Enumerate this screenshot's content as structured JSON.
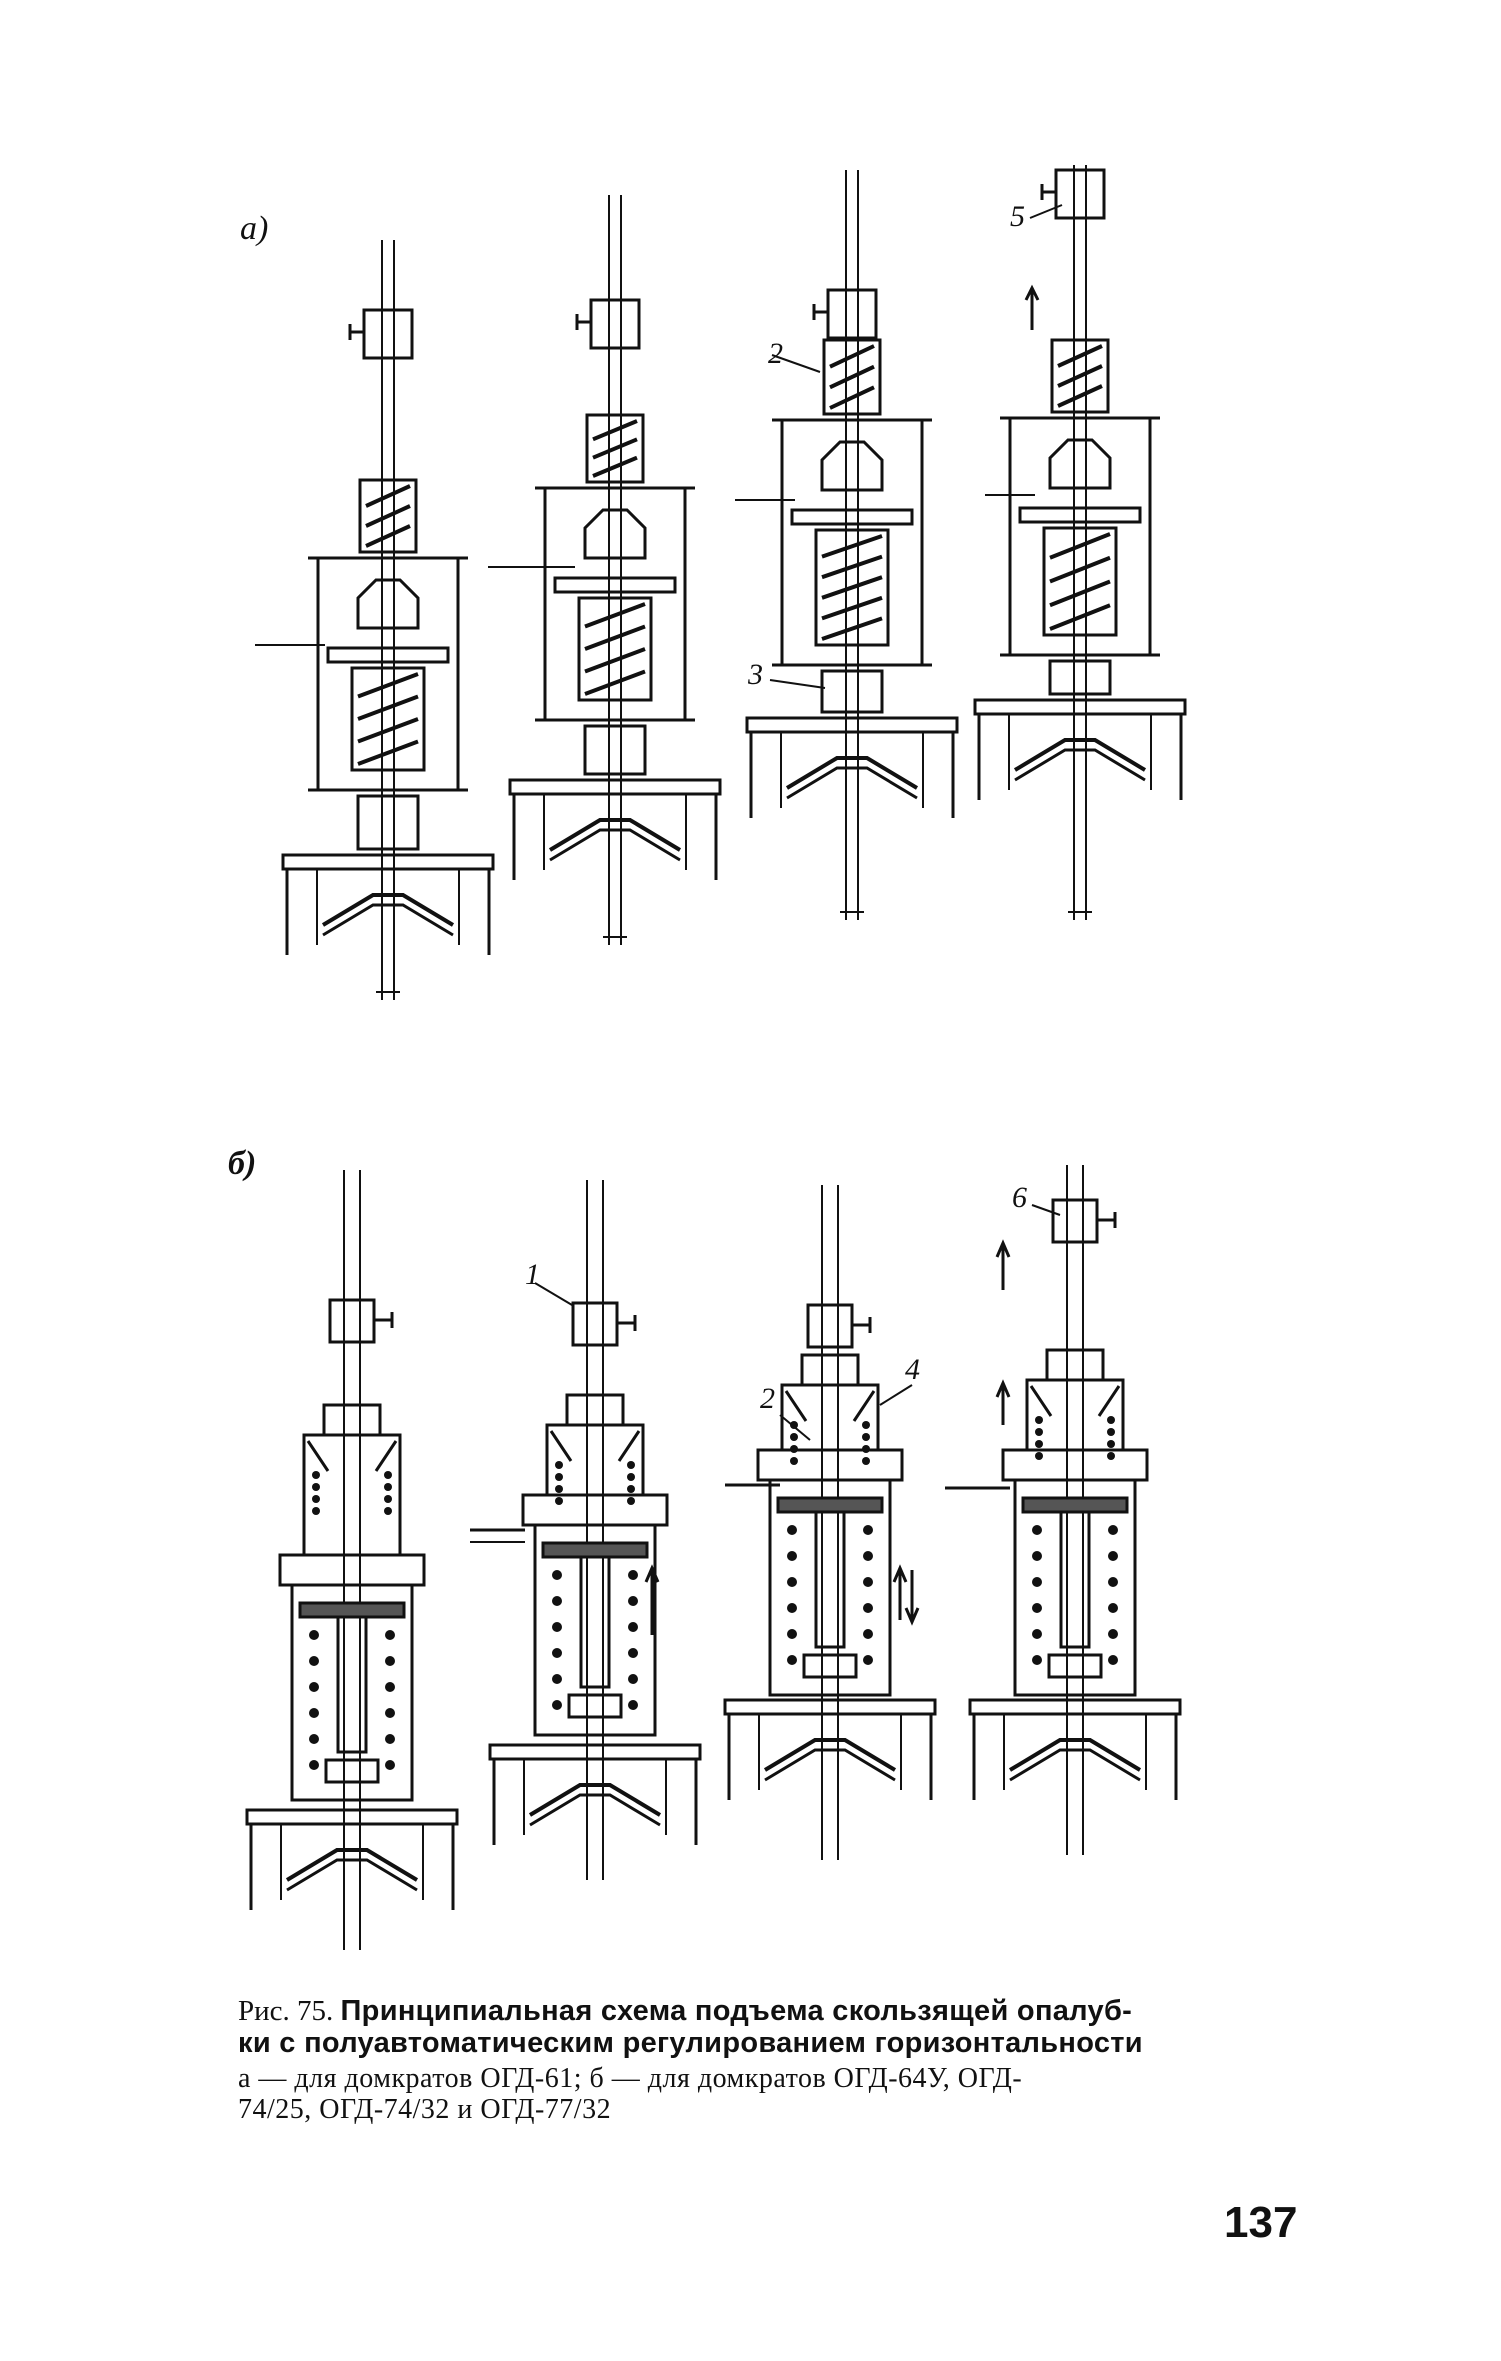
{
  "figure": {
    "panels": [
      {
        "label": "а)",
        "parts": [
          "2",
          "3",
          "5"
        ]
      },
      {
        "label": "б)",
        "parts": [
          "1",
          "2",
          "4",
          "6"
        ]
      }
    ]
  },
  "caption": {
    "title_prefix": "Рис. 75.",
    "title_line1": "Принципиальная схема подъема скользящей опалуб-",
    "title_line2": "ки с полуавтоматическим регулированием горизонтальности",
    "sub_line1": "а — для домкратов ОГД-61; б — для домкратов ОГД-64У, ОГД-",
    "sub_line2": "74/25, ОГД-74/32 и ОГД-77/32"
  },
  "page_number": "137"
}
